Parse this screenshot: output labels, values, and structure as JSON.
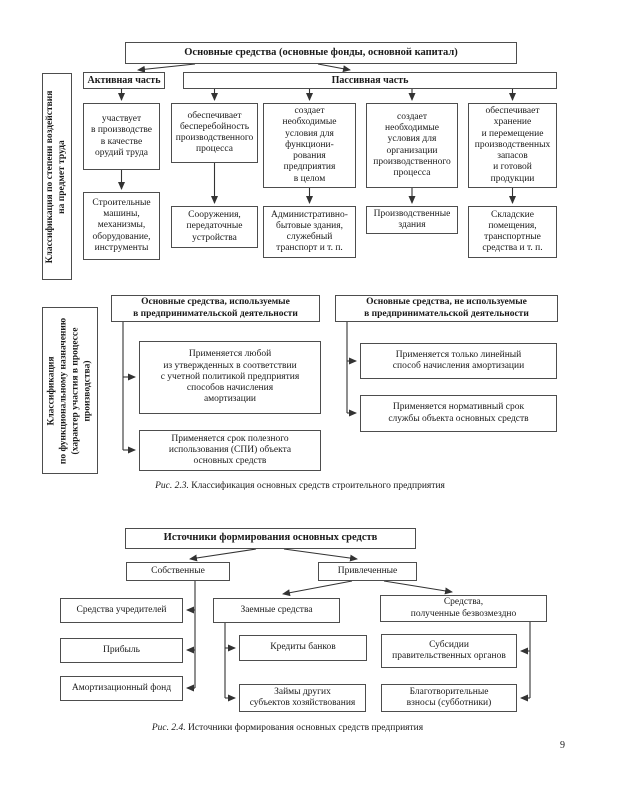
{
  "page_number": "9",
  "fig1": {
    "side_label": "Классификация по степени воздействия\nна предмет труда",
    "title": "Основные средства (основные фонды, основной капитал)",
    "active_label": "Активная часть",
    "passive_label": "Пассивная часть",
    "columns": [
      {
        "role": "участвует\nв производстве\nв качестве\nорудий труда",
        "examples": "Строительные\nмашины,\nмеханизмы,\nоборудование,\nинструменты"
      },
      {
        "role": "обеспечивает\nбесперебойность\nпроизводственного\nпроцесса",
        "examples": "Сооружения,\nпередаточные\nустройства"
      },
      {
        "role": "создает\nнеобходимые\nусловия для\nфункциони-\nрования\nпредприятия\nв целом",
        "examples": "Административно-\nбытовые здания,\nслужебный\nтранспорт и т. п."
      },
      {
        "role": "создает\nнеобходимые\nусловия для\nорганизации\nпроизводственного\nпроцесса",
        "examples": "Производственные\nздания"
      },
      {
        "role": "обеспечивает\nхранение\nи перемещение\nпроизводственных\nзапасов\nи готовой\nпродукции",
        "examples": "Складские\nпомещения,\nтранспортные\nсредства и т. п."
      }
    ],
    "caption_prefix": "Рис. 2.3.",
    "caption_rest": " Классификация основных средств строительного предприятия"
  },
  "fig2": {
    "side_label": "Классификация\nпо функциональному назначению\n(характер участия в процессе\nпроизводства)",
    "used": {
      "header": "Основные средства, используемые\nв предпринимательской деятельности",
      "item1": "Применяется любой\nиз утвержденных в соответствии\nс учетной политикой предприятия\nспособов начисления\nамортизации",
      "item2": "Применяется срок полезного\nиспользования (СПИ) объекта\nосновных средств"
    },
    "not_used": {
      "header": "Основные средства, не используемые\nв предпринимательской деятельности",
      "item1": "Применяется только линейный\nспособ начисления амортизации",
      "item2": "Применяется нормативный срок\nслужбы объекта основных средств"
    }
  },
  "fig3": {
    "title": "Источники формирования основных средств",
    "own": {
      "label": "Собственные",
      "item1": "Средства учредителей",
      "item2": "Прибыль",
      "item3": "Амортизационный фонд"
    },
    "attracted": {
      "label": "Привлеченные",
      "borrowed": {
        "label": "Заемные средства",
        "item1": "Кредиты банков",
        "item2": "Займы других\nсубъектов хозяйствования"
      },
      "free": {
        "label": "Средства,\nполученные безвозмездно",
        "item1": "Субсидии\nправительственных органов",
        "item2": "Благотворительные\nвзносы (субботники)"
      }
    },
    "caption_prefix": "Рис. 2.4.",
    "caption_rest": " Источники формирования основных средств предприятия"
  }
}
